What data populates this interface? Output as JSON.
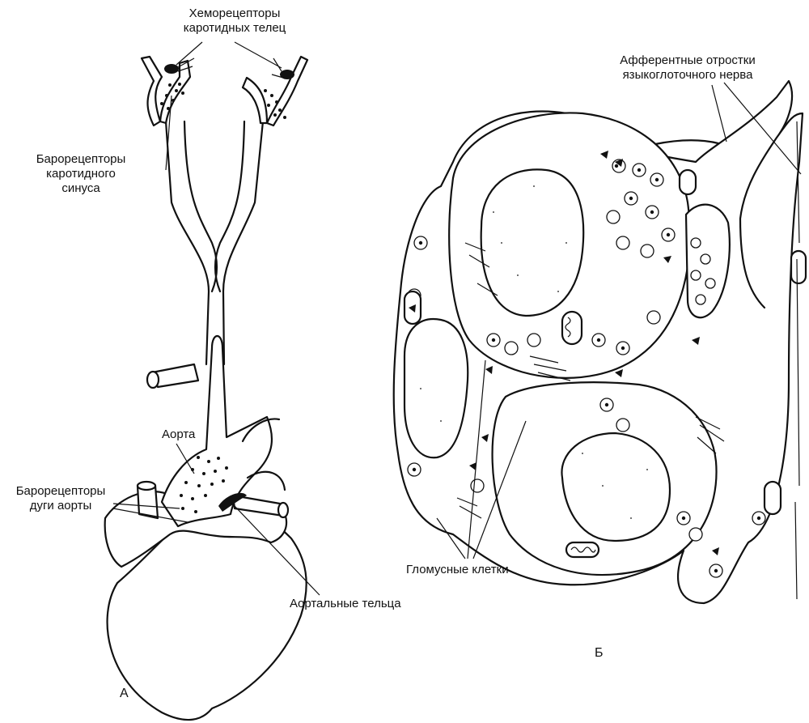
{
  "panels": {
    "left": "А",
    "right": "Б"
  },
  "labels": {
    "chemoreceptors": [
      "Хеморецепторы",
      "каротидных телец"
    ],
    "carotid_baroreceptors": [
      "Барорецепторы",
      "каротидного",
      "синуса"
    ],
    "aorta": "Аорта",
    "arch_baroreceptors": [
      "Барорецепторы",
      "дуги аорты"
    ],
    "aortic_bodies": "Аортальные тельца",
    "afferent": [
      "Афферентные отростки",
      "языкоглоточного нерва"
    ],
    "glomus_cells": "Гломусные клетки"
  }
}
